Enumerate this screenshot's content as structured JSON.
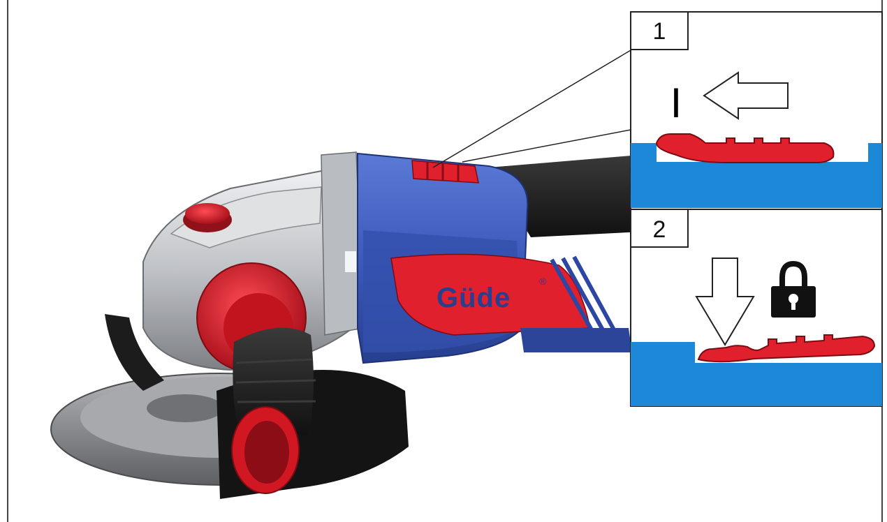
{
  "figure": {
    "subject": "angle-grinder",
    "brand": "GÜDE",
    "brand_display": "Güde",
    "registered_mark": "®"
  },
  "steps": [
    {
      "number": "1",
      "symbol": "I",
      "icons": [
        "arrow-left-icon"
      ],
      "switch_state": "unlocked"
    },
    {
      "number": "2",
      "icons": [
        "arrow-down-icon",
        "padlock-icon"
      ],
      "switch_state": "locked"
    }
  ],
  "colors": {
    "body_blue": "#3a57b8",
    "accent_red": "#e0202c",
    "switch_housing_blue": "#1e88d8",
    "handle_black": "#1b1b1b",
    "gear_silver": "#c4c6c9",
    "disc_grey": "#8a8c8e",
    "frame": "#444444"
  }
}
